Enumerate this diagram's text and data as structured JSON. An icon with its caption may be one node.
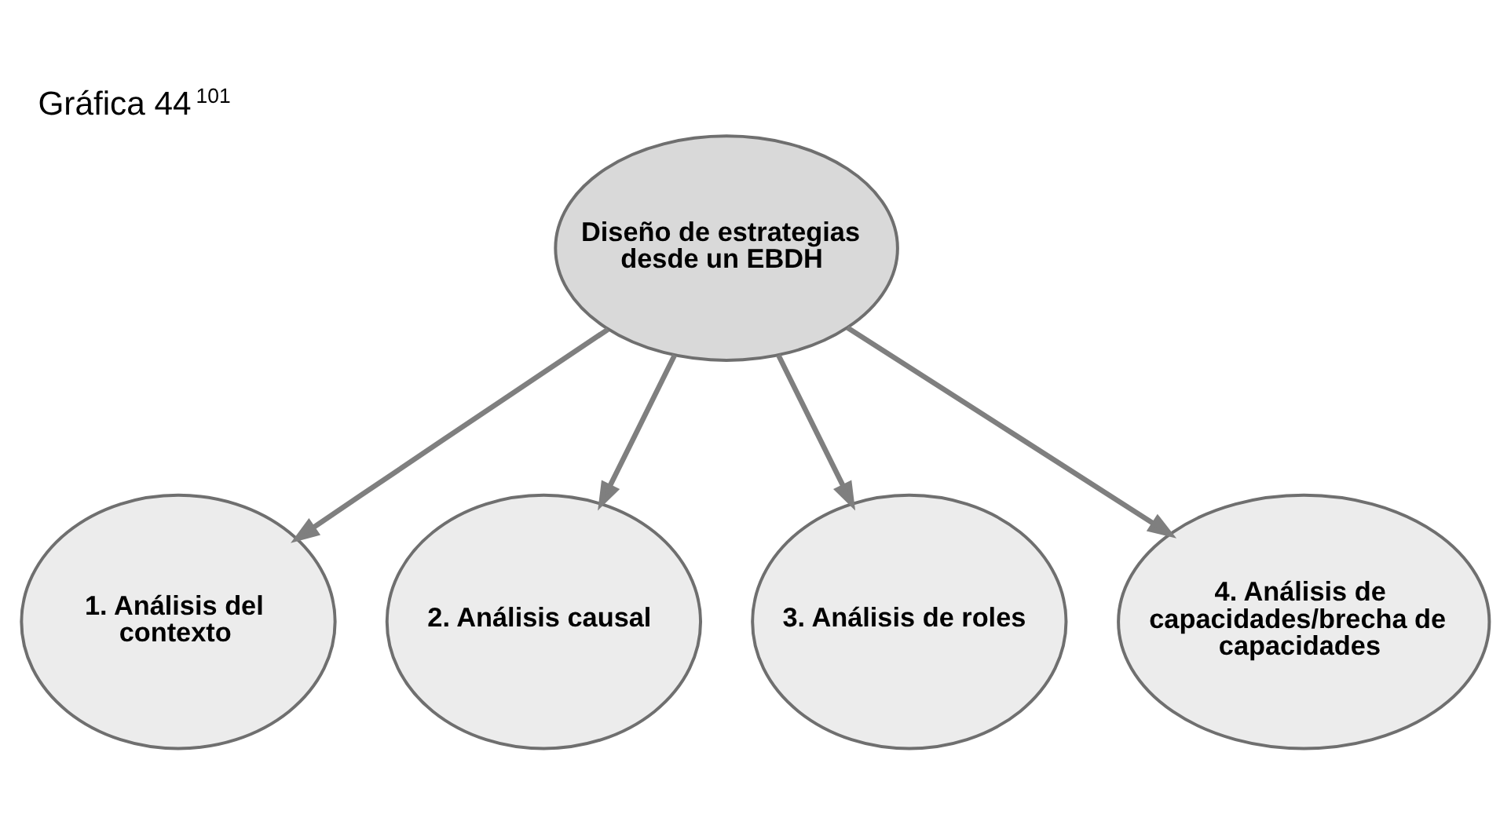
{
  "diagram": {
    "title": "Gráfica 44$^{101}$",
    "nodes": [
      {
        "text": [
          "Diseño de estrategias desde un EBDH"
        ]
      },
      {
        "text": [
          "1. Análisis del contexto"
        ]
      },
      {
        "text": [
          "2. Análisis causal"
        ]
      },
      {
        "text": [
          "3. Análisis de roles"
        ]
      },
      {
        "text": [
          "4. Análisis de capacidades/brecha de capacidades"
        ]
      }
    ],
    "edges": [
      {
        "from": 0,
        "to": 1,
        "arrow": "to"
      },
      {
        "from": 0,
        "to": 2,
        "arrow": "to"
      },
      {
        "from": 0,
        "to": 3,
        "arrow": "to"
      },
      {
        "from": 0,
        "to": 4,
        "arrow": "to"
      }
    ]
  }
}
